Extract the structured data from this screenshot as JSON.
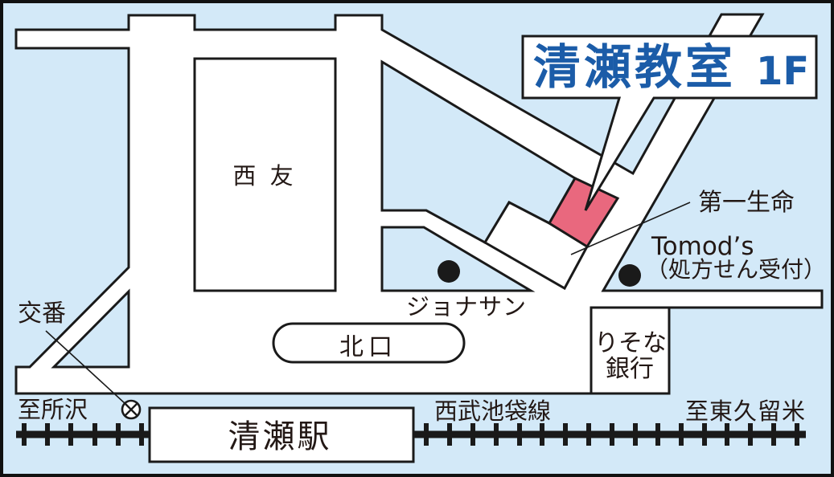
{
  "callout": {
    "name": "清瀬教室",
    "floor": "1F"
  },
  "landmarks": {
    "seiyu": "西 友",
    "daiichi_seimei": "第一生命",
    "tomods": {
      "name": "Tomod’s",
      "note": "（処方せん受付）"
    },
    "jonathan": "ジョナサン",
    "north_exit": "北口",
    "resona": {
      "line1": "りそな",
      "line2": "銀行"
    },
    "koban": "交番",
    "station": "清瀬駅"
  },
  "railway": {
    "line_name": "西武池袋線",
    "to_west": "至所沢",
    "to_east": "至東久留米"
  },
  "icons": {
    "koban": "police-box-icon (⊗)",
    "shop_marker": "filled-circle-icon (●)"
  },
  "colors": {
    "background": "#d3e9f8",
    "road": "#ffffff",
    "highlight_building": "#e9687e",
    "title_text": "#1b5ca8",
    "ink": "#231815",
    "frame": "#111111"
  }
}
